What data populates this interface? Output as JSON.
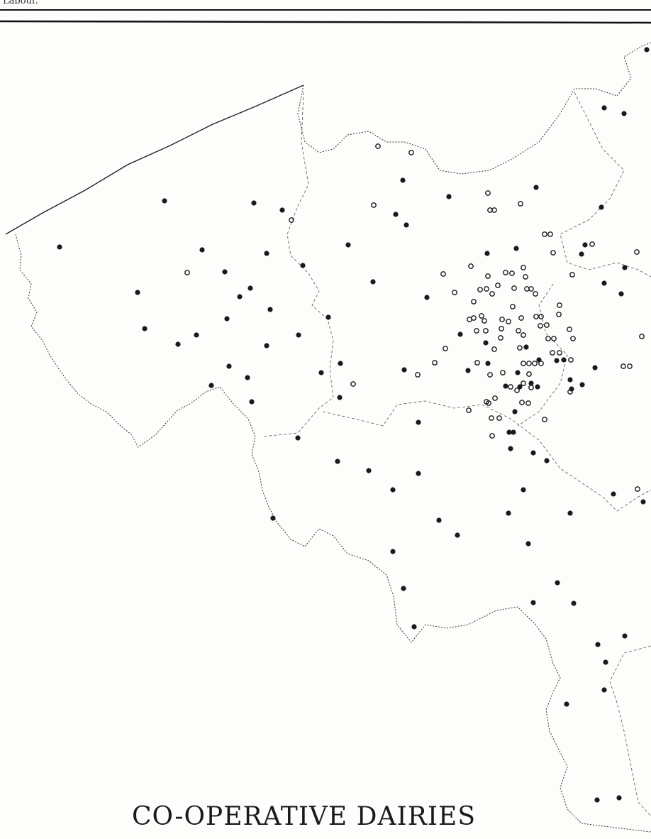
{
  "header": {
    "snippet": "Labour."
  },
  "map": {
    "title": "CO-OPERATIVE DAIRIES",
    "ink_color": "#1a1a1a",
    "paper_color": "#fdfdfb",
    "symbols": [
      "filled-circle",
      "open-circle"
    ]
  }
}
